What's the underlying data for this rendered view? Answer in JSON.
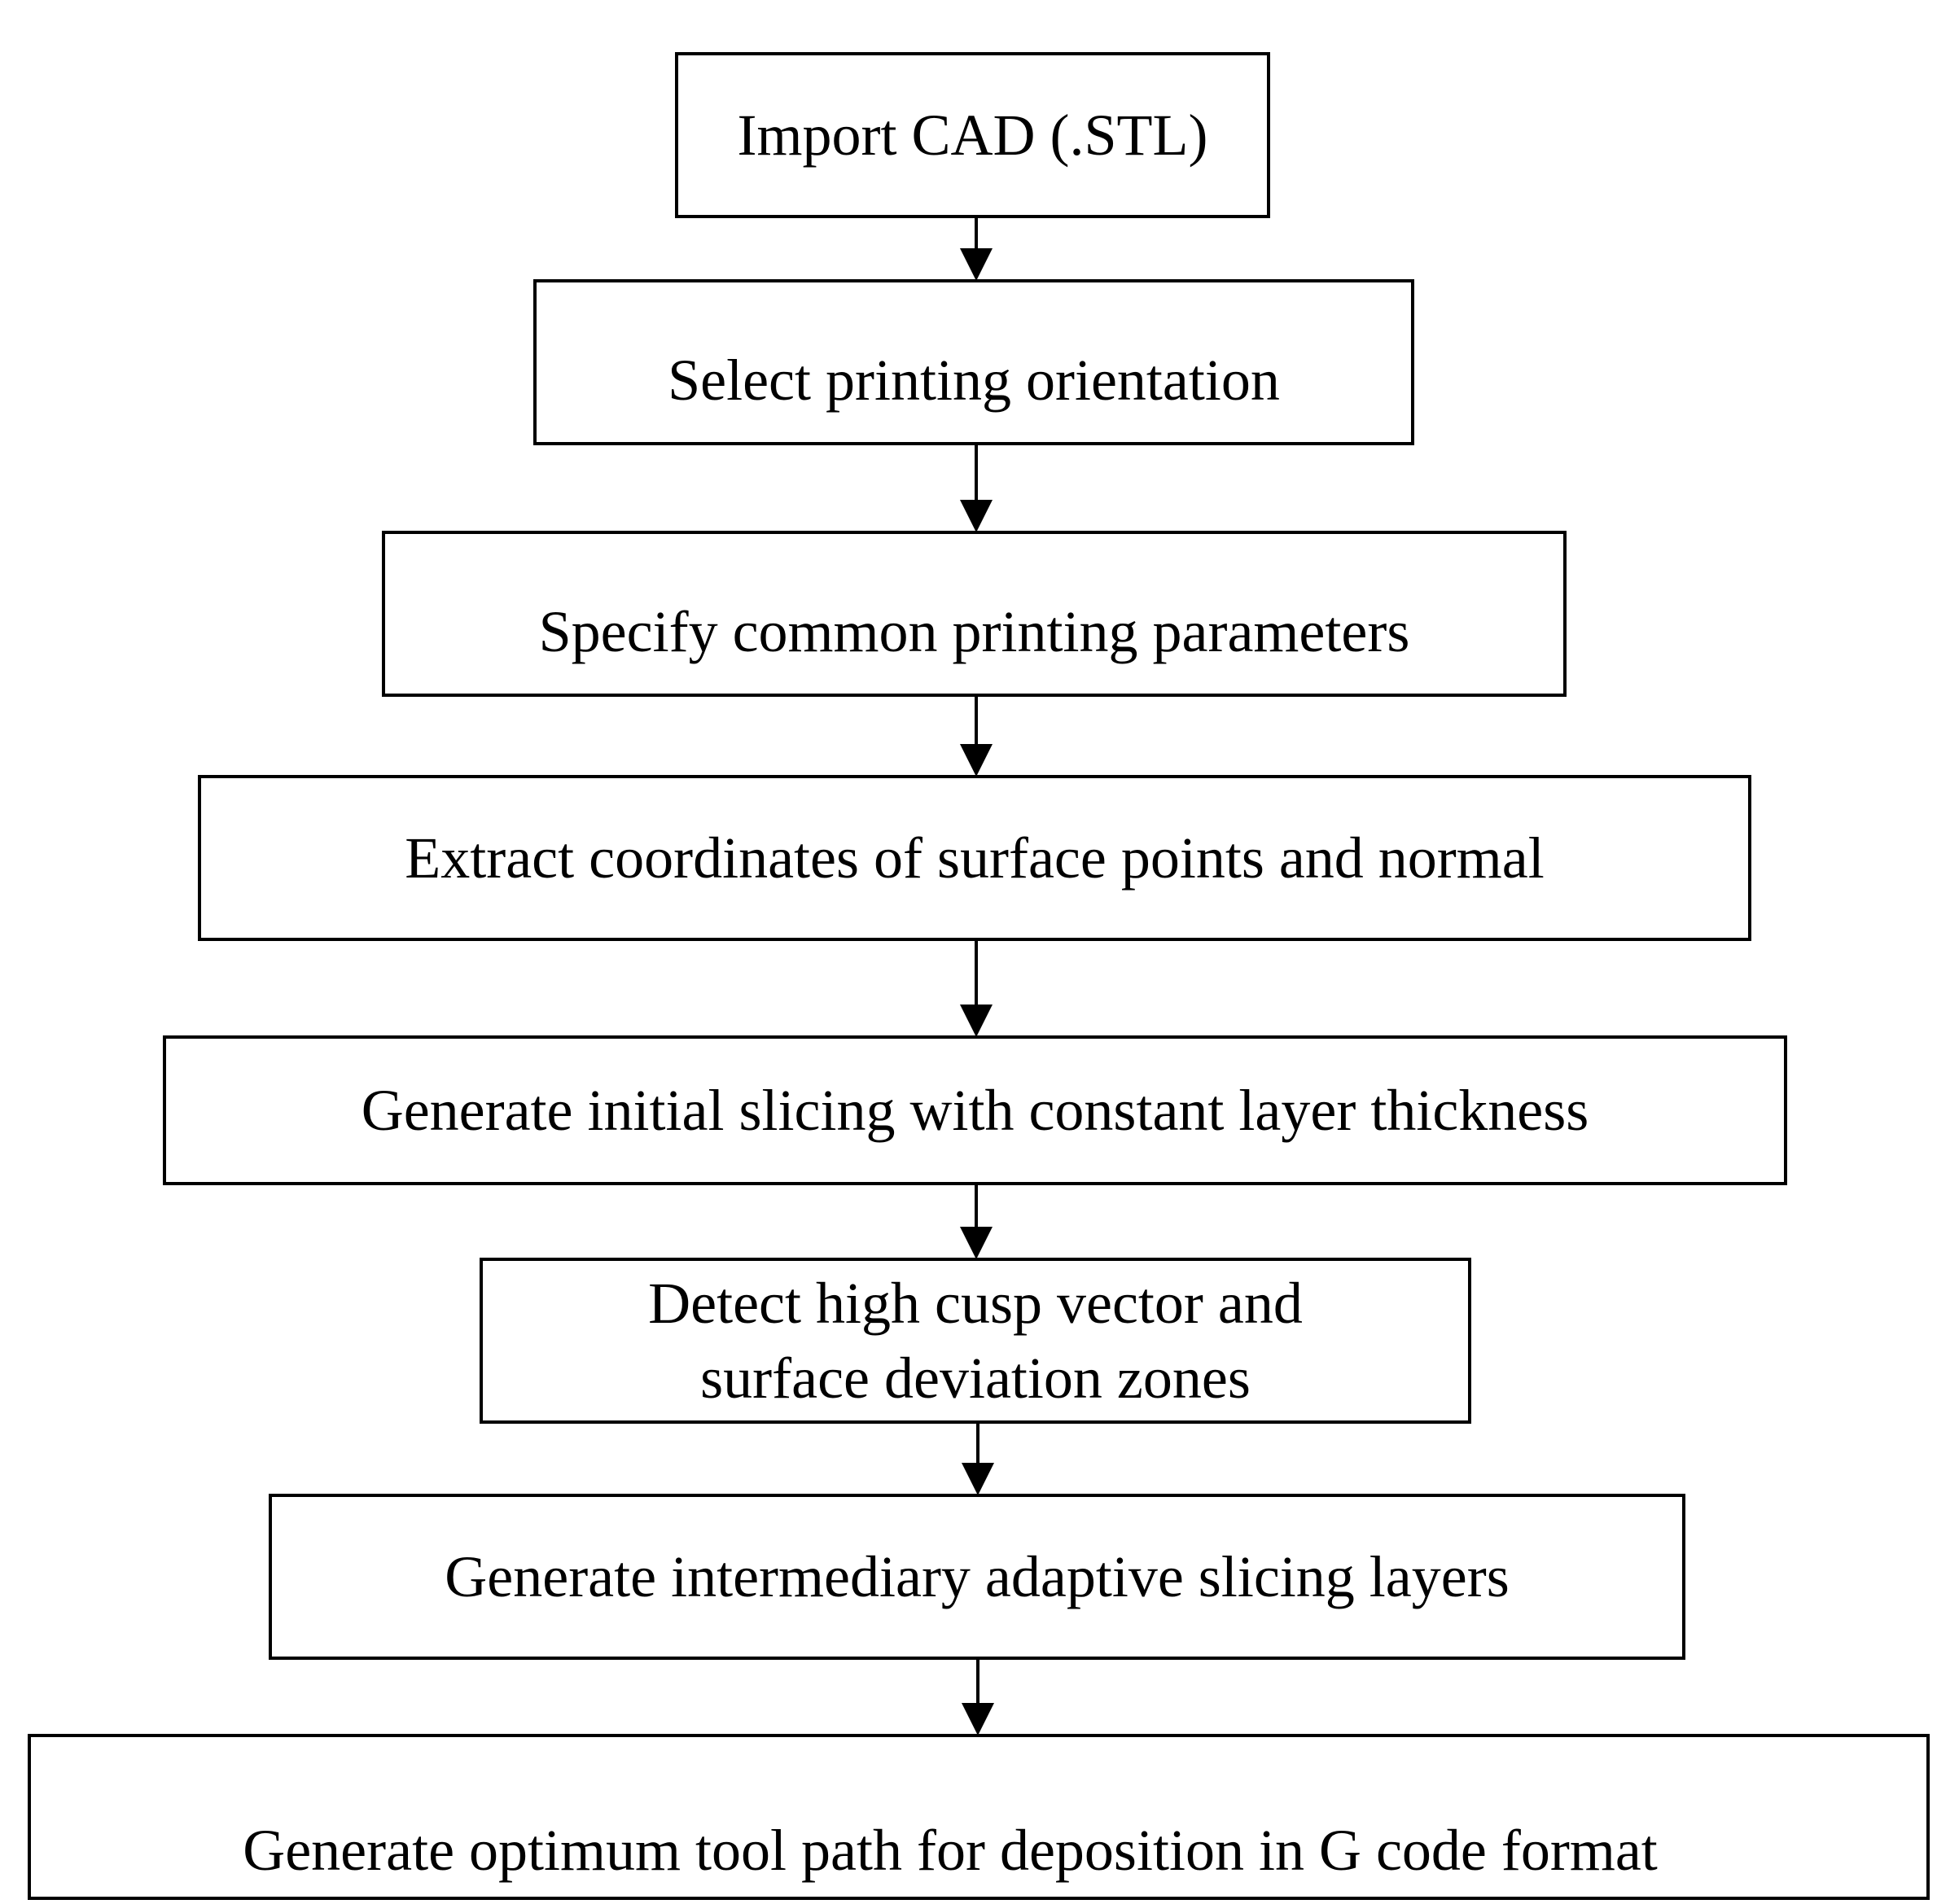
{
  "steps": [
    {
      "id": "import-cad",
      "label": "Import CAD (.STL)"
    },
    {
      "id": "select-orientation",
      "label": "Select printing orientation"
    },
    {
      "id": "specify-parameters",
      "label": "Specify common printing parameters"
    },
    {
      "id": "extract-coordinates",
      "label": "Extract coordinates of surface points and normal"
    },
    {
      "id": "initial-slicing",
      "label": "Generate initial slicing with constant layer thickness"
    },
    {
      "id": "detect-zones",
      "label_line1": "Detect high cusp vector and",
      "label_line2": "surface deviation zones"
    },
    {
      "id": "adaptive-slicing",
      "label": "Generate intermediary adaptive slicing layers"
    },
    {
      "id": "tool-path",
      "label": "Generate optimum tool path for deposition in G code format"
    }
  ]
}
